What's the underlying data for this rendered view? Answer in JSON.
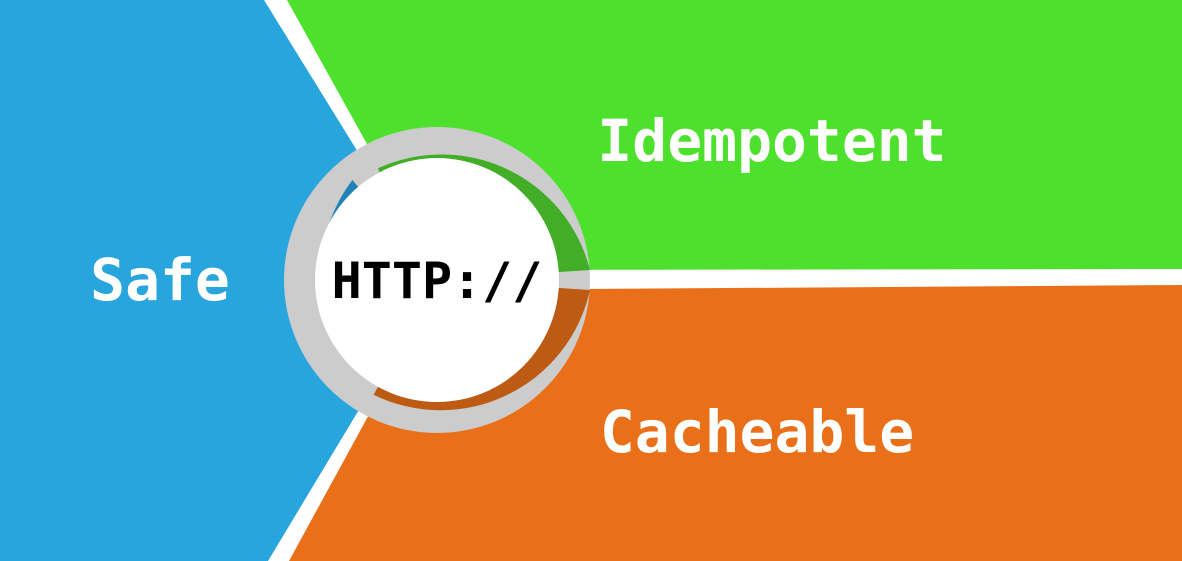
{
  "center": {
    "label": "HTTP://"
  },
  "regions": {
    "safe": {
      "label": "Safe",
      "color": "#29a5de"
    },
    "idempotent": {
      "label": "Idempotent",
      "color": "#4de02c"
    },
    "cacheable": {
      "label": "Cacheable",
      "color": "#e97019"
    }
  },
  "ring_colors": {
    "safe": "#1f84b5",
    "idempotent": "#42ad26",
    "cacheable": "#bd5a14",
    "separator": "#cccccc"
  }
}
